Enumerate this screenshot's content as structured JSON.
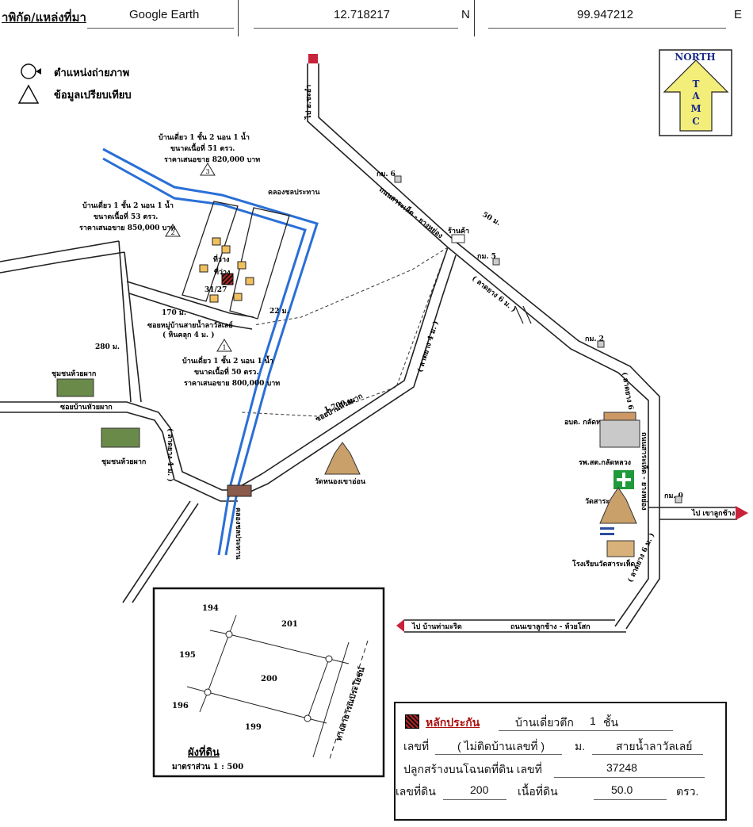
{
  "header": {
    "source_label": "าพิกัด/แหล่งที่มา",
    "source_value": "Google Earth",
    "latitude": "12.718217",
    "latitude_unit": "N",
    "longitude": "99.947212",
    "longitude_unit": "E"
  },
  "legend": {
    "photo_position": "ตำแหน่งถ่ายภาพ",
    "comparison_data": "ข้อมูลเปรียบเทียบ"
  },
  "north_logo": {
    "top": "NORTH",
    "letters": [
      "T",
      "A",
      "M",
      "C"
    ]
  },
  "comparables": [
    {
      "id": "1",
      "line1": "บ้านเดี่ยว 1 ชั้น 2 นอน 1 น้ำ",
      "line2": "ขนาดเนื้อที่ 50 ตรว.",
      "line3": "ราคาเสนอขาย 800,000 บาท"
    },
    {
      "id": "2",
      "line1": "บ้านเดี่ยว 1 ชั้น 2 นอน 1 น้ำ",
      "line2": "ขนาดเนื้อที่ 53 ตรว.",
      "line3": "ราคาเสนอขาย 850,000 บาท"
    },
    {
      "id": "3",
      "line1": "บ้านเดี่ยว 1 ชั้น 2 นอน 1 น้ำ",
      "line2": "ขนาดเนื้อที่ 51 ตรว.",
      "line3": "ราคาเสนอขาย 820,000 บาท"
    }
  ],
  "map_labels": {
    "to_north": "ไป อ.ชะอำ",
    "km6": "กม. 6",
    "km5": "กม. 5",
    "km2": "กม. 2",
    "km0": "กม. 0",
    "road_main": "ถนนสาระเห็ด - ยางหย่อง",
    "road_main2": "ถนนสาระเห็ด - ยางหย่อง",
    "asphalt_6m_a": "( ลาดยาง 6 ม. )",
    "asphalt_6m_b": "( ลาดยาง 6 ม. )",
    "asphalt_6m_c": "( ลาดยาง 6 ม. )",
    "asphalt_4m": "( ลาดยาง 4 ม. )",
    "asphalt_4m_b": "( ลาดยาง 4 ม. )",
    "dist_50": "50 ม.",
    "dist_1700": "1,700 ม.",
    "dist_280": "280 ม.",
    "dist_170": "170 ม.",
    "dist_22": "22 ม.",
    "shop": "ร้านค้า",
    "canal": "คลองชลประทาน",
    "canal2": "คลองชลประทาน",
    "soi_a": "ซอยบ้านหัวยผาก",
    "soi_b": "ซอยบ้านหัวยผาก",
    "soi_village": "ซอยหมู่บ้านสายน้ำลาวัลเลย์",
    "soi_village_note": "( หินคลุก 4 ม. )",
    "village_area": "ชุมชนห้วยผาก",
    "village_area2": "ชุมชนห้วยผาก",
    "temple_a": "วัดหนองเขาอ่อน",
    "tao": "อบต. กลัดหลวง",
    "hospital": "รพ.สต.กลัดหลวง",
    "temple_b": "วัดสาระเห็ด",
    "school": "โรงเรียนวัดสาระเห็ด",
    "to_east": "ไป เขาลูกช้าง",
    "to_west": "ไป บ้านท่ามะริด",
    "road_south": "ถนนเขาลูกช้าง - ห้วยโสก",
    "house_lbl_a": "ที่ว่าง",
    "house_lbl_b": "ที่ว่าง",
    "house_no": "31/27"
  },
  "plot": {
    "title": "ผังที่ดิน",
    "scale": "มาตราส่วน 1 : 500",
    "public_way": "ทางสาธารณประโยชน์",
    "parcels": [
      "194",
      "201",
      "195",
      "200",
      "196",
      "199"
    ]
  },
  "info": {
    "collateral_label": "หลักประกัน",
    "building_type": "บ้านเดี่ยวตึก",
    "floors": "1",
    "floor_unit": "ชั้น",
    "house_no_label": "เลขที่",
    "house_no_value": "( ไม่ติดบ้านเลขที่ )",
    "moo_label": "ม.",
    "moo_value": "สายน้ำลาวัลเลย์",
    "deed_label": "ปลูกสร้างบนโฉนดที่ดิน เลขที่",
    "deed_value": "37248",
    "land_no_label": "เลขที่ดิน",
    "land_no_value": "200",
    "area_label": "เนื้อที่ดิน",
    "area_value": "50.0",
    "area_unit": "ตรว."
  },
  "colors": {
    "canal": "#2a6fd6",
    "north_bg": "#f3ee7a",
    "arrow_red": "#c8233a",
    "collateral": "#b22"
  }
}
